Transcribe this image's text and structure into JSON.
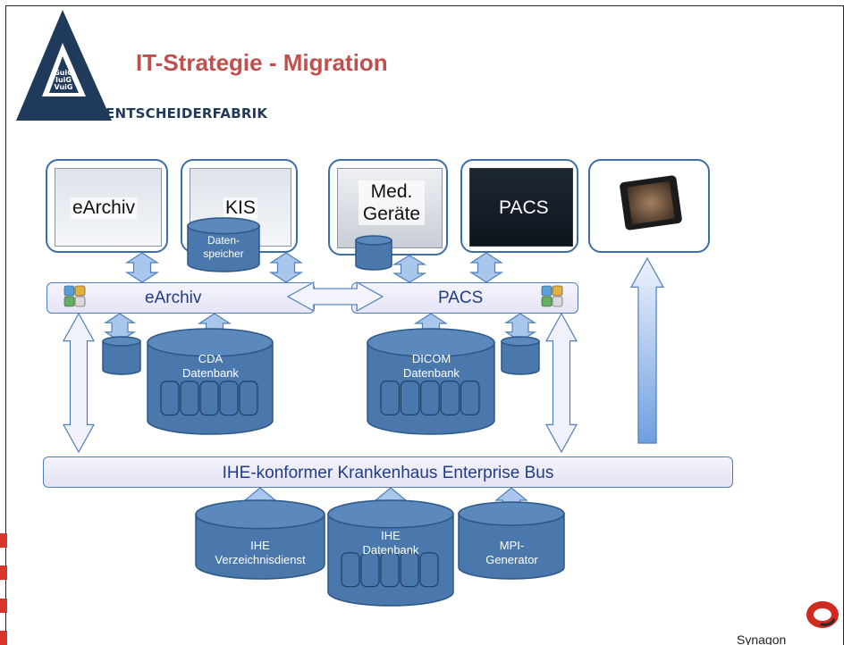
{
  "header": {
    "title": "IT-Strategie - Migration",
    "brand": "ENTSCHEIDERFABRIK",
    "logo_lines": [
      "GuiG",
      "IuiG",
      "VuiG"
    ]
  },
  "top_systems": [
    {
      "label": "eArchiv"
    },
    {
      "label": "KIS"
    },
    {
      "label": "Med.\nGeräte"
    },
    {
      "label": "PACS"
    },
    {
      "label": ""
    }
  ],
  "kis_store": "Daten-\nspeicher",
  "bars": {
    "earchiv": "eArchiv",
    "pacs": "PACS"
  },
  "databases": {
    "cda": "CDA\nDatenbank",
    "dicom": "DICOM\nDatenbank"
  },
  "bus": "IHE-konformer Krankenhaus Enterprise Bus",
  "bottom_databases": {
    "verzeichnis": "IHE\nVerzeichnisdienst",
    "datenbank": "IHE\nDatenbank",
    "mpi": "MPI-\nGenerator"
  },
  "footer": {
    "company": "Synagon"
  },
  "colors": {
    "title": "#c0504d",
    "brand": "#1f3a5a",
    "db_fill": "#4a78ad",
    "db_stroke": "#2c5786",
    "bar_text": "#1f3d8a",
    "arrow_fill": "#a9c6ec",
    "arrow_stroke": "#4f7fb8",
    "red": "#d9362b"
  }
}
